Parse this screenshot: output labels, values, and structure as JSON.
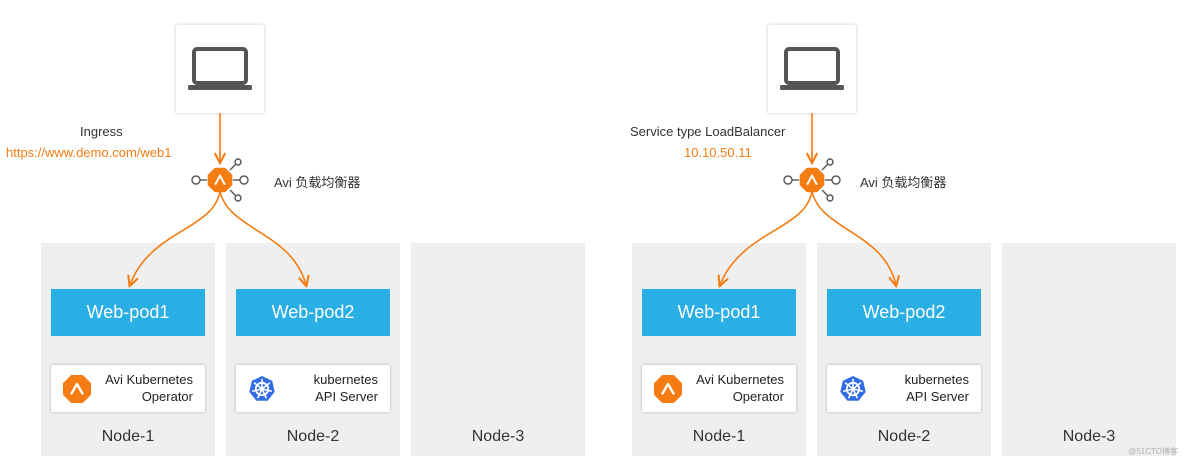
{
  "panels": [
    {
      "line1": "Ingress",
      "line2": "https://www.demo.com/web1",
      "lb_label": "Avi 负载均衡器",
      "nodes": [
        {
          "label": "Node-1",
          "pod": "Web-pod1",
          "card": {
            "icon": "avi-logo-icon",
            "line1": "Avi Kubernetes",
            "line2": "Operator"
          }
        },
        {
          "label": "Node-2",
          "pod": "Web-pod2",
          "card": {
            "icon": "kubernetes-wheel-icon",
            "line1": "kubernetes",
            "line2": "API Server"
          }
        },
        {
          "label": "Node-3"
        }
      ]
    },
    {
      "line1": "Service type LoadBalancer",
      "line2": "10.10.50.11",
      "lb_label": "Avi 负载均衡器",
      "nodes": [
        {
          "label": "Node-1",
          "pod": "Web-pod1",
          "card": {
            "icon": "avi-logo-icon",
            "line1": "Avi Kubernetes",
            "line2": "Operator"
          }
        },
        {
          "label": "Node-2",
          "pod": "Web-pod2",
          "card": {
            "icon": "kubernetes-wheel-icon",
            "line1": "kubernetes",
            "line2": "API Server"
          }
        },
        {
          "label": "Node-3"
        }
      ]
    }
  ],
  "watermark": "@51CTO博客",
  "colors": {
    "accent": "#f57c12",
    "pod": "#29aee6",
    "node_bg": "#efefef",
    "k8s": "#326ce5"
  }
}
